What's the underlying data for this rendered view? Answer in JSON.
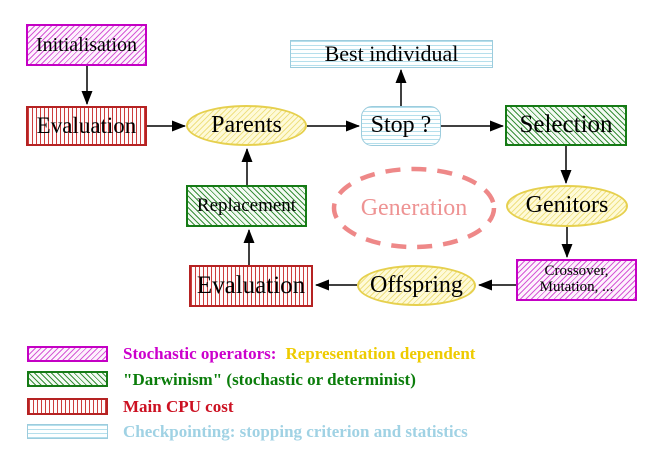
{
  "nodes": {
    "initialisation": "Initialisation",
    "evaluation_top": "Evaluation",
    "parents": "Parents",
    "stop": "Stop ?",
    "best_individual": "Best individual",
    "selection": "Selection",
    "genitors": "Genitors",
    "crossover_line1": "Crossover,",
    "crossover_line2": "Mutation, ...",
    "offspring": "Offspring",
    "evaluation_bottom": "Evaluation",
    "replacement": "Replacement",
    "generation": "Generation"
  },
  "legend": {
    "rows": [
      {
        "label": "Stochastic operators:",
        "label2": "Representation dependent"
      },
      {
        "label": "\"Darwinism\" (stochastic or determinist)"
      },
      {
        "label": "Main CPU cost"
      },
      {
        "label": "Checkpointing: stopping criterion and statistics"
      }
    ]
  },
  "colors": {
    "magenta": "#cc00cc",
    "green": "#157a15",
    "red": "#b52222",
    "cyan_border": "#9cccdd",
    "yellow_border": "#e6d04e",
    "salmon_dash": "#ee8888",
    "generation_text": "#ee9393",
    "legend_gold_text": "#eecb00",
    "legend_green_text": "#0b7d0b",
    "legend_red_text": "#cc1122",
    "legend_blue_text": "#a0d2e4"
  }
}
